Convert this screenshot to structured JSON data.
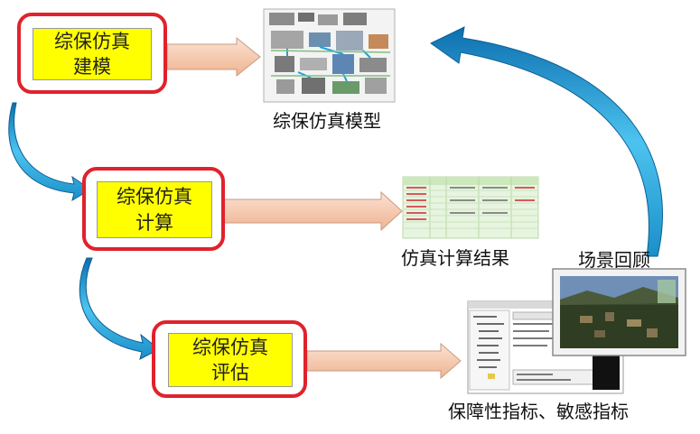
{
  "stages": [
    {
      "label": "综保仿真\n建模"
    },
    {
      "label": "综保仿真\n计算"
    },
    {
      "label": "综保仿真\n评估"
    }
  ],
  "outputs": [
    {
      "caption": "综保仿真模型",
      "thumb_icon": "system-model-diagram-thumbnail"
    },
    {
      "caption": "仿真计算结果",
      "thumb_icon": "results-table-thumbnail"
    },
    {
      "caption": "保障性指标、敏感指标",
      "thumb_icon": "indicator-software-window-thumbnail"
    }
  ],
  "scene_replay": {
    "caption": "场景回顾",
    "thumb_icon": "3d-scene-thumbnail"
  },
  "colors": {
    "box_border": "#e0222c",
    "box_fill": "#ffff00",
    "arrow_fill": "#f6c8ad",
    "curve_fill": "#29a9e1"
  }
}
